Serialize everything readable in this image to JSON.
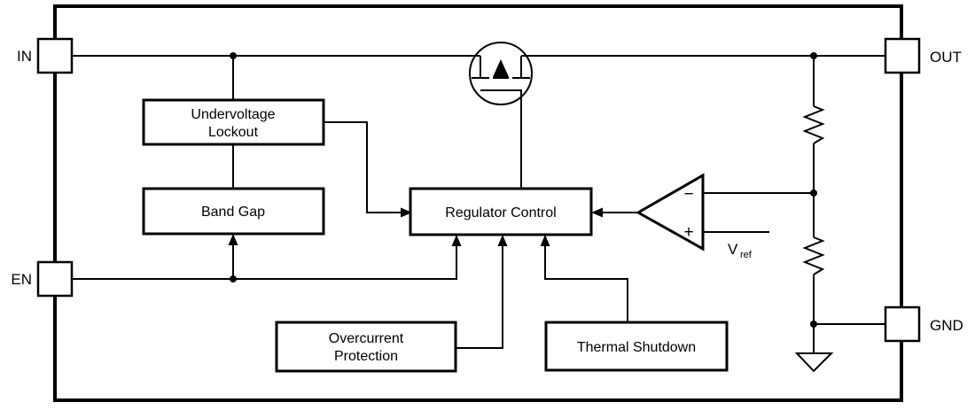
{
  "diagram": {
    "type": "block-diagram",
    "subject": "Low-dropout linear regulator functional block diagram",
    "pins": {
      "in": "IN",
      "en": "EN",
      "out": "OUT",
      "gnd": "GND"
    },
    "blocks": {
      "undervoltage_lockout": {
        "line1": "Undervoltage",
        "line2": "Lockout"
      },
      "band_gap": {
        "label": "Band Gap"
      },
      "regulator_control": {
        "label": "Regulator Control"
      },
      "overcurrent_protection": {
        "line1": "Overcurrent",
        "line2": "Protection"
      },
      "thermal_shutdown": {
        "label": "Thermal Shutdown"
      }
    },
    "error_amplifier": {
      "minus": "−",
      "plus": "+",
      "vref_symbol": "V",
      "vref_subscript": "ref"
    },
    "symbols": {
      "pass_transistor": "pmos-pass-transistor",
      "ground": "ground-symbol",
      "resistors": [
        "feedback-resistor-top",
        "feedback-resistor-bottom"
      ]
    },
    "colors": {
      "line": "#000000",
      "background": "#ffffff",
      "text": "#000000"
    }
  }
}
